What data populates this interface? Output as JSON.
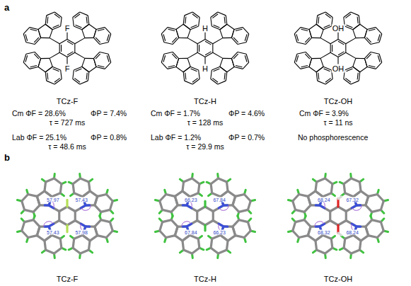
{
  "diagram": {
    "labels": [
      "a",
      "F",
      "F",
      "TCz-F",
      "H",
      "H",
      "TCz-H",
      "OH",
      "OH",
      "TCz-OH",
      "Cm ΦF = 28.6%",
      "ΦP = 7.4%",
      "τ = 727 ms",
      "Lab ΦF = 25.1%",
      "ΦP = 0.8%",
      "τ = 48.6 ms",
      "Cm ΦF = 1.7%",
      "ΦP = 4.6%",
      "τ = 128 ms",
      "Lab ΦF = 1.2%",
      "ΦP = 0.7%",
      "τ = 29.9 ms",
      "Cm ΦF = 3.9%",
      "τ = 11 ns",
      "No phosphorescence",
      "b",
      "57.97",
      "57.43",
      "57.43",
      "57.98",
      "TCz-F",
      "66.23",
      "67.84",
      "67.84",
      "66.23",
      "TCz-H",
      "68.24",
      "67.32",
      "68.32",
      "68.24",
      "TCz-OH"
    ]
  }
}
